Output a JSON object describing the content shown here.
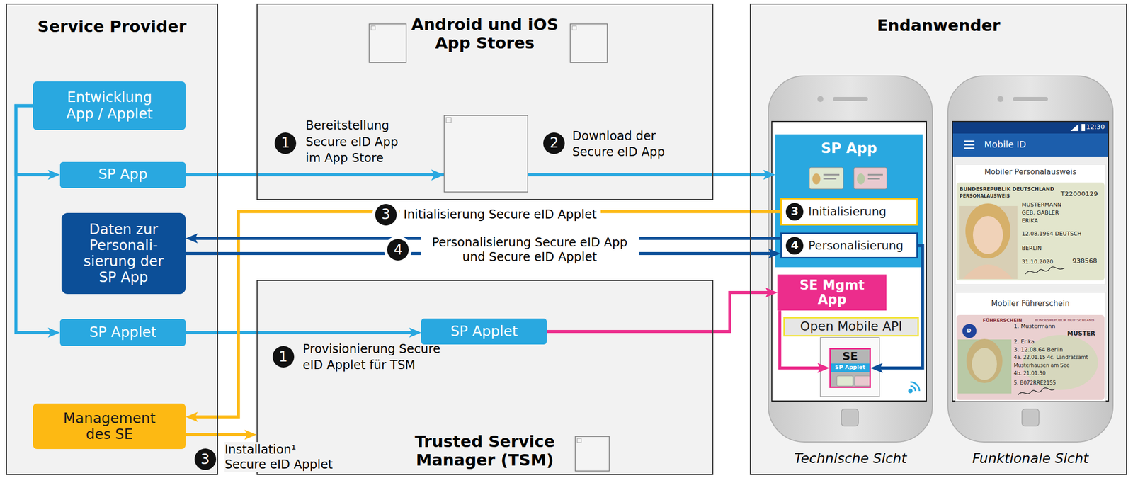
{
  "diagram": {
    "nodes": [
      {
        "text": [
          "Service Provider"
        ]
      },
      {
        "text": [
          "Entwicklung App / Applet"
        ],
        "in": 0
      },
      {
        "text": [
          "SP App"
        ],
        "in": 0
      },
      {
        "text": [
          "Daten zur Personali- sierung der SP App"
        ],
        "in": 0
      },
      {
        "text": [
          "SP Applet"
        ],
        "in": 0
      },
      {
        "text": [
          "Management des SE"
        ],
        "in": 0
      },
      {
        "text": [
          "Android und iOS App Stores"
        ]
      },
      {
        "text": [
          "Trusted Service Manager (TSM)"
        ]
      },
      {
        "text": [
          "SP Applet"
        ],
        "in": 7
      },
      {
        "text": [
          "Endanwender"
        ]
      },
      {
        "text": [
          "SP App"
        ],
        "in": 9
      },
      {
        "text": [
          "3",
          "Initialisierung"
        ],
        "in": 10
      },
      {
        "text": [
          "4",
          "Personalisierung"
        ],
        "in": 10
      },
      {
        "text": [
          "SE Mgmt App"
        ],
        "in": 9
      },
      {
        "text": [
          "Open Mobile API"
        ],
        "in": 9
      },
      {
        "text": [
          "SE"
        ],
        "in": 9
      },
      {
        "text": [
          "SP Applet"
        ],
        "in": 15
      }
    ],
    "edges": [
      {
        "from": 1,
        "to": 2,
        "arrow": "to"
      },
      {
        "from": 1,
        "to": 4,
        "arrow": "to"
      },
      {
        "from": 2,
        "to": 10,
        "arrow": "to"
      },
      {
        "from": 4,
        "to": 8,
        "arrow": "to"
      },
      {
        "from": 11,
        "to": 5,
        "label": "Initialisierung Secure eID Applet",
        "arrow": "to"
      },
      {
        "from": 12,
        "to": 3,
        "label": "Personalisierung Secure eID App und Secure eID Applet",
        "arrow": "to"
      },
      {
        "from": 3,
        "to": 12,
        "arrow": "to"
      },
      {
        "from": 12,
        "to": 15,
        "arrow": "to"
      },
      {
        "from": 8,
        "to": 13,
        "arrow": "to"
      },
      {
        "from": 13,
        "to": 15,
        "arrow": "to"
      },
      {
        "from": 5,
        "to": 7,
        "arrow": "to"
      }
    ],
    "labels": [
      "1",
      "Bereitstellung Secure eID App im App Store",
      "2",
      "Download der Secure eID App",
      "3",
      "4",
      "1",
      "Provisionierung Secure eID Applet für TSM",
      "3",
      "Installation¹ Secure eID Applet",
      "Technische Sicht",
      "Funktionale Sicht",
      "12:30",
      "Mobile ID",
      "Mobiler Personalausweis",
      "BUNDESREPUBLIK DEUTSCHLAND",
      "PERSONALAUSWEIS",
      "T22000129",
      "MUSTERMANN",
      "GEB. GABLER",
      "ERIKA",
      "12.08.1964 DEUTSCH",
      "BERLIN",
      "31.10.2020",
      "938568",
      "Mobiler Führerschein",
      "FÜHRERSCHEIN",
      "BUNDESREPUBLIK DEUTSCHLAND",
      "D",
      "MUSTER",
      "1. Mustermann",
      "2. Erika",
      "3. 12.08.64 Berlin",
      "4a. 22.01.15 4c. Landratsamt",
      "Musterhausen am See",
      "4b. 21.01.30",
      "5. B072RRE2155"
    ]
  }
}
